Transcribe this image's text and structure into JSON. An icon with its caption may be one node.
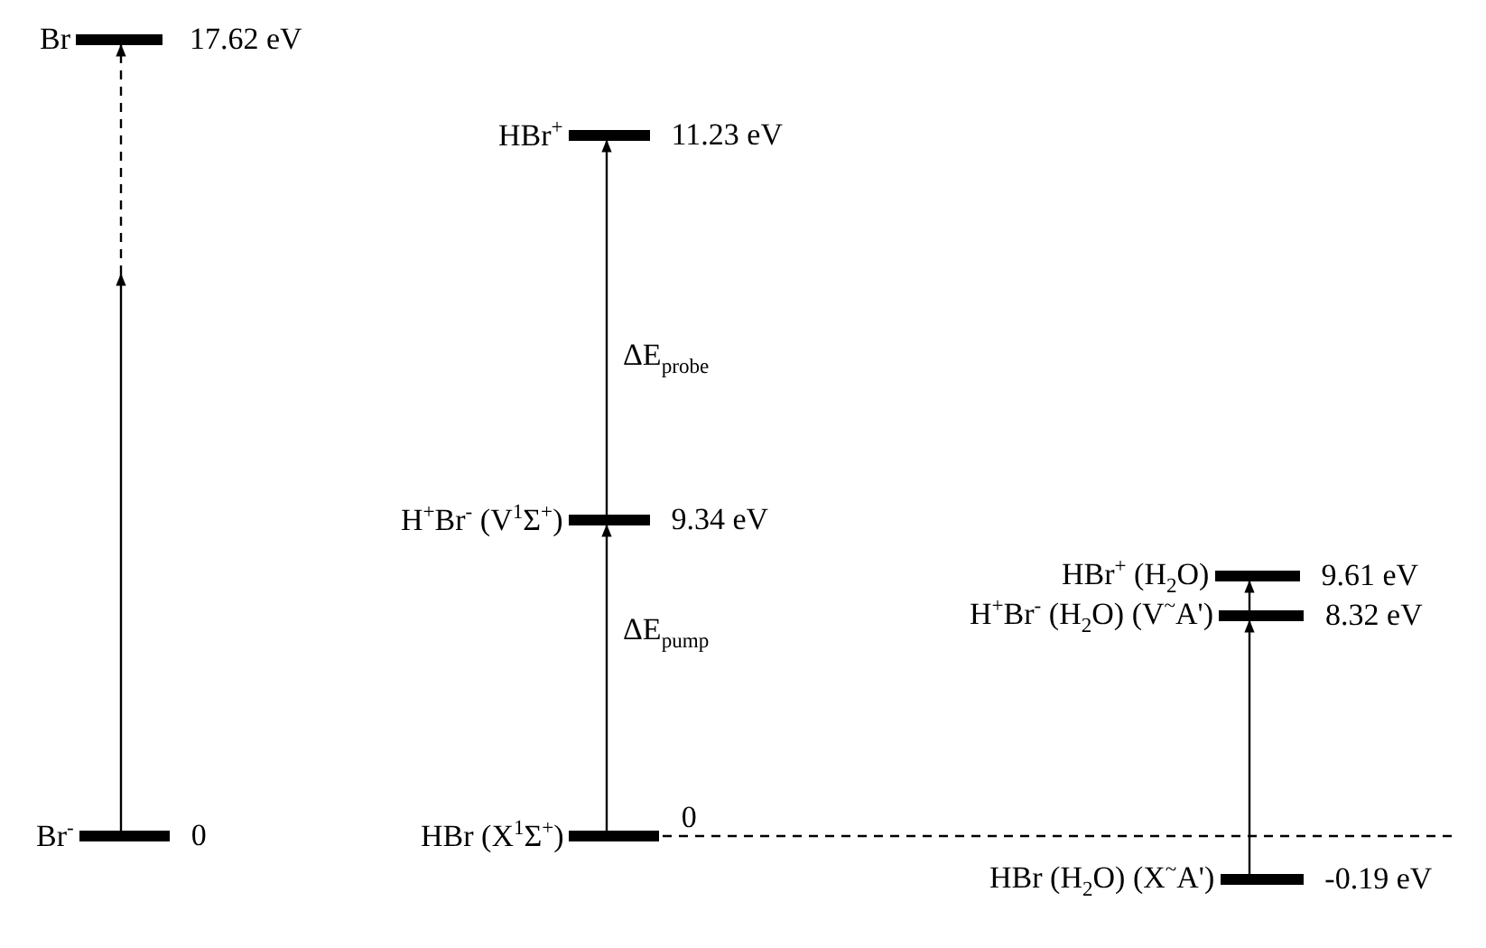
{
  "diagram": {
    "nodes": [
      {
        "text": [
          "Br",
          "17.62 eV"
        ]
      },
      {
        "text": [
          "HBr$^{+}$",
          "11.23 eV"
        ]
      },
      {
        "text": [
          "HBr$^{+}$ (H$_{2}$O)",
          "9.61 eV"
        ]
      },
      {
        "text": [
          "H$^{+}$Br$^{-}$ (V$^{1}$Σ$^{+}$)",
          "9.34 eV"
        ]
      },
      {
        "text": [
          "H$^{+}$Br$^{-}$ (H$_{2}$O) (V$^{~}$A')",
          "8.32 eV"
        ]
      },
      {
        "text": [
          "Br$^{-}$",
          "0"
        ]
      },
      {
        "text": [
          "HBr (X$^{1}$Σ$^{+}$)",
          "0"
        ]
      },
      {
        "text": [
          "HBr (H$_{2}$O) (X$^{~}$A')",
          "-0.19 eV"
        ]
      }
    ],
    "edges": [
      {
        "from": 5,
        "to": null,
        "arrow": "to"
      },
      {
        "from": null,
        "to": 0,
        "arrow": "to",
        "style": "dashed"
      },
      {
        "from": 6,
        "to": 3,
        "arrow": "to",
        "label": "ΔE$_{pump}$"
      },
      {
        "from": 3,
        "to": 1,
        "arrow": "to",
        "label": "ΔE$_{probe}$"
      },
      {
        "from": 7,
        "to": 4,
        "arrow": "to"
      },
      {
        "from": 4,
        "to": 2,
        "arrow": "to"
      }
    ]
  }
}
